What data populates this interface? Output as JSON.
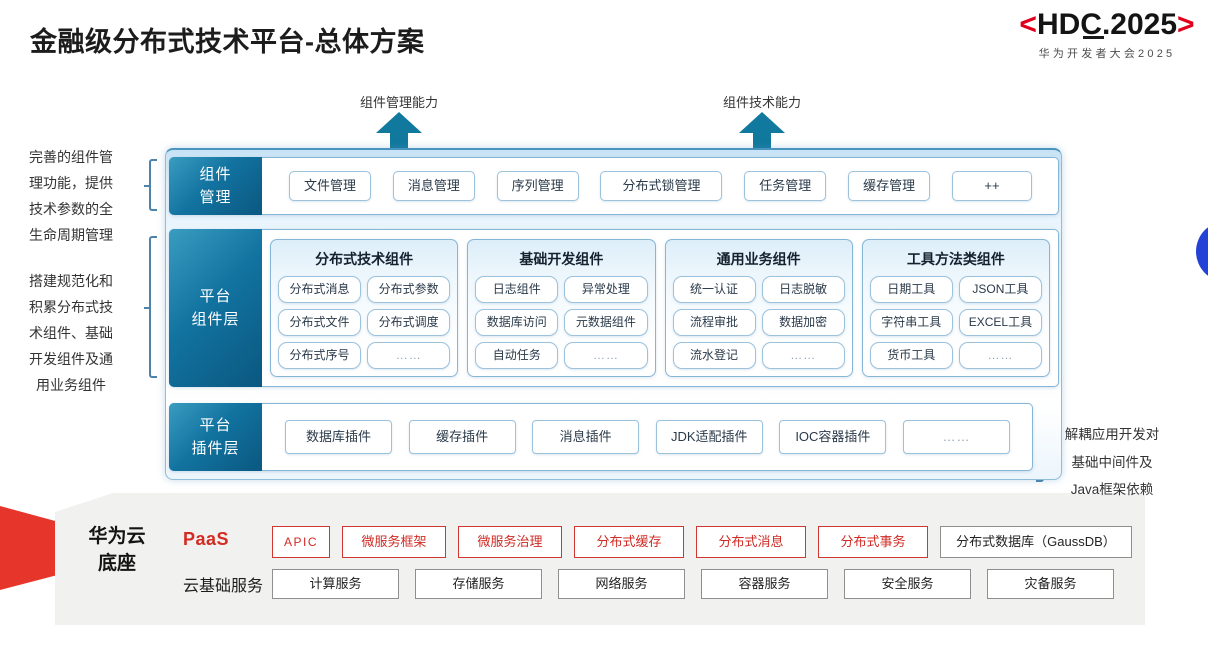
{
  "title": "金融级分布式技术平台-总体方案",
  "logo": {
    "open": "<",
    "text": "HDC.2025",
    "close": ">",
    "subtitle": "华为开发者大会2025"
  },
  "capability_arrows": {
    "left": "组件管理能力",
    "right": "组件技术能力"
  },
  "side_notes": {
    "component_mgmt_note": "完善的组件管\n理功能，提供\n技术参数的全\n生命周期管理",
    "platform_note": "搭建规范化和\n积累分布式技\n术组件、基础\n开发组件及通\n用业务组件",
    "plugin_note": "解耦应用开发对\n基础中间件及\nJava框架依赖"
  },
  "layers": {
    "component_mgmt": {
      "label": "组件\n管理",
      "items": [
        "文件管理",
        "消息管理",
        "序列管理",
        "分布式锁管理",
        "任务管理",
        "缓存管理",
        "++"
      ]
    },
    "platform_components": {
      "label": "平台\n组件层",
      "groups": [
        {
          "title": "分布式技术组件",
          "items": [
            "分布式消息",
            "分布式参数",
            "分布式文件",
            "分布式调度",
            "分布式序号",
            "……"
          ]
        },
        {
          "title": "基础开发组件",
          "items": [
            "日志组件",
            "异常处理",
            "数据库访问",
            "元数据组件",
            "自动任务",
            "……"
          ]
        },
        {
          "title": "通用业务组件",
          "items": [
            "统一认证",
            "日志脱敏",
            "流程审批",
            "数据加密",
            "流水登记",
            "……"
          ]
        },
        {
          "title": "工具方法类组件",
          "items": [
            "日期工具",
            "JSON工具",
            "字符串工具",
            "EXCEL工具",
            "货币工具",
            "……"
          ]
        }
      ]
    },
    "platform_plugins": {
      "label": "平台\n插件层",
      "items": [
        "数据库插件",
        "缓存插件",
        "消息插件",
        "JDK适配插件",
        "IOC容器插件",
        "……"
      ]
    }
  },
  "foundation": {
    "label": "华为云\n底座",
    "paas_label": "PaaS",
    "paas_items": [
      {
        "text": "APIC",
        "highlight": true
      },
      {
        "text": "微服务框架",
        "highlight": true
      },
      {
        "text": "微服务治理",
        "highlight": true
      },
      {
        "text": "分布式缓存",
        "highlight": true
      },
      {
        "text": "分布式消息",
        "highlight": true
      },
      {
        "text": "分布式事务",
        "highlight": true
      },
      {
        "text": "分布式数据库（GaussDB）",
        "highlight": false
      }
    ],
    "cloud_label": "云基础服务",
    "cloud_items": [
      "计算服务",
      "存储服务",
      "网络服务",
      "容器服务",
      "安全服务",
      "灾备服务"
    ]
  },
  "colors": {
    "teal": "#11789e",
    "label_gradient_dark": "#0a5880",
    "border_blue": "#86b6d6",
    "hdc_red": "#e0001c",
    "paas_red": "#cf2b24",
    "arrow_red": "#e6352b",
    "royal_blue": "#2443d6",
    "panel_gray": "#f1f1f0"
  }
}
